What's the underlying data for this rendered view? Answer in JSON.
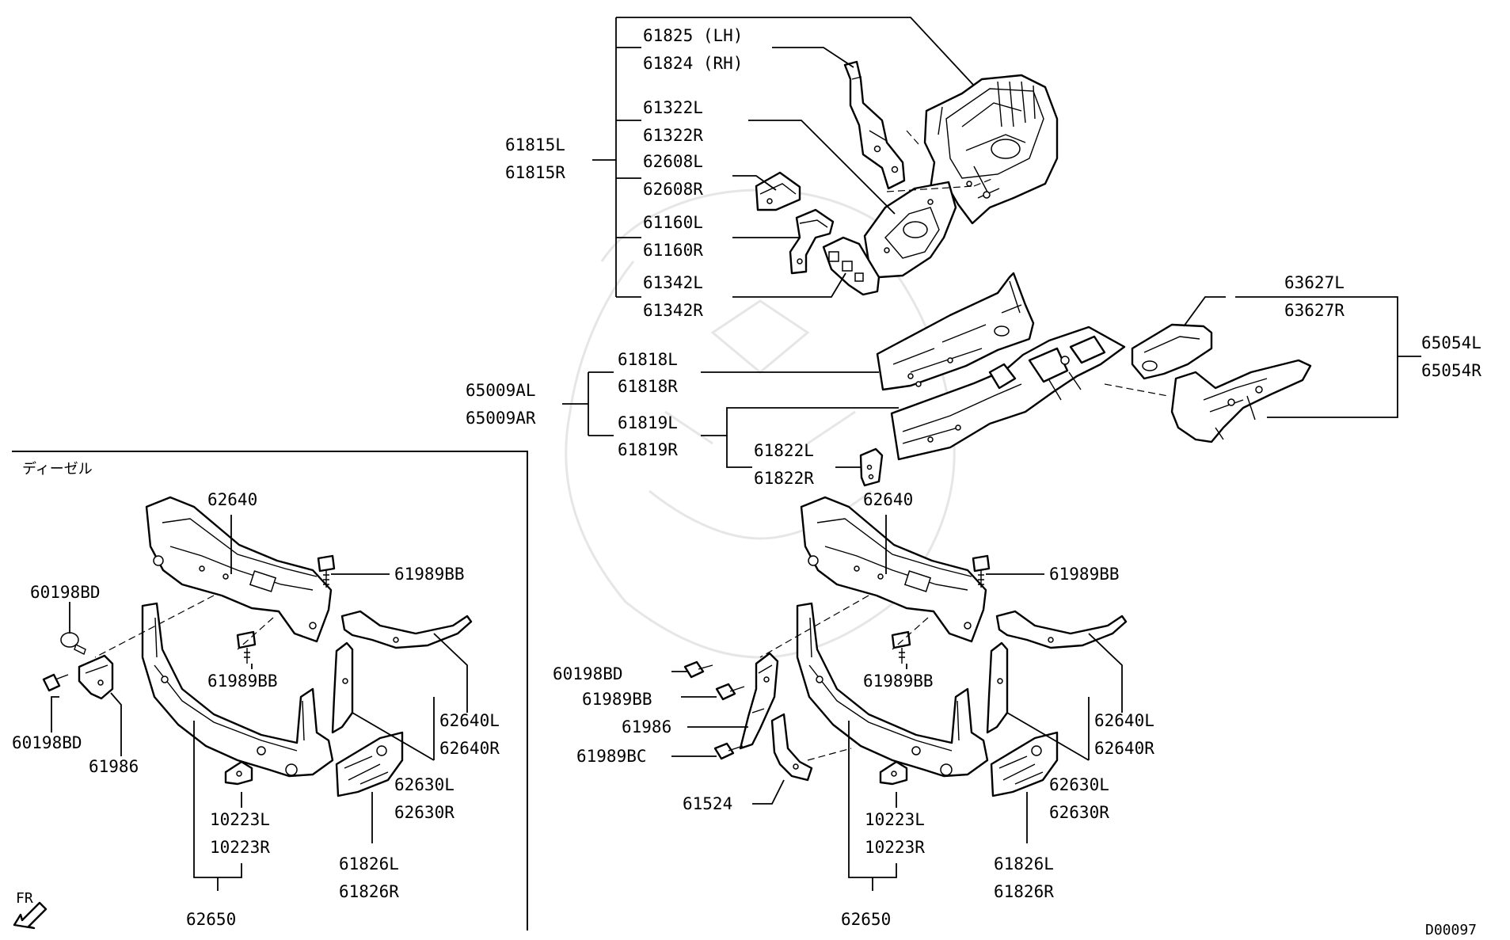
{
  "diagram_code": "D00097",
  "section_label": "ディーゼル",
  "fr_label": "FR",
  "parts": {
    "p61825": "61825 (LH)",
    "p61824": "61824 (RH)",
    "p61322L": "61322L",
    "p61322R": "61322R",
    "p61815L": "61815L",
    "p61815R": "61815R",
    "p62608L": "62608L",
    "p62608R": "62608R",
    "p61160L": "61160L",
    "p61160R": "61160R",
    "p61342L": "61342L",
    "p61342R": "61342R",
    "p63627L": "63627L",
    "p63627R": "63627R",
    "p65054L": "65054L",
    "p65054R": "65054R",
    "p61818L": "61818L",
    "p61818R": "61818R",
    "p65009AL": "65009AL",
    "p65009AR": "65009AR",
    "p61819L": "61819L",
    "p61819R": "61819R",
    "p61822L": "61822L",
    "p61822R": "61822R",
    "left": {
      "p62640": "62640",
      "p61989BB_a": "61989BB",
      "p60198BD_a": "60198BD",
      "p61989BB_b": "61989BB",
      "p60198BD_b": "60198BD",
      "p61986": "61986",
      "p62640L": "62640L",
      "p62640R": "62640R",
      "p62630L": "62630L",
      "p62630R": "62630R",
      "p10223L": "10223L",
      "p10223R": "10223R",
      "p61826L": "61826L",
      "p61826R": "61826R",
      "p62650": "62650"
    },
    "right": {
      "p62640": "62640",
      "p61989BB_a": "61989BB",
      "p60198BD": "60198BD",
      "p61989BB_b": "61989BB",
      "p61989BB_c": "61989BB",
      "p61986": "61986",
      "p61989BC": "61989BC",
      "p61524": "61524",
      "p62640L": "62640L",
      "p62640R": "62640R",
      "p62630L": "62630L",
      "p62630R": "62630R",
      "p10223L": "10223L",
      "p10223R": "10223R",
      "p61826L": "61826L",
      "p61826R": "61826R",
      "p62650": "62650"
    }
  }
}
